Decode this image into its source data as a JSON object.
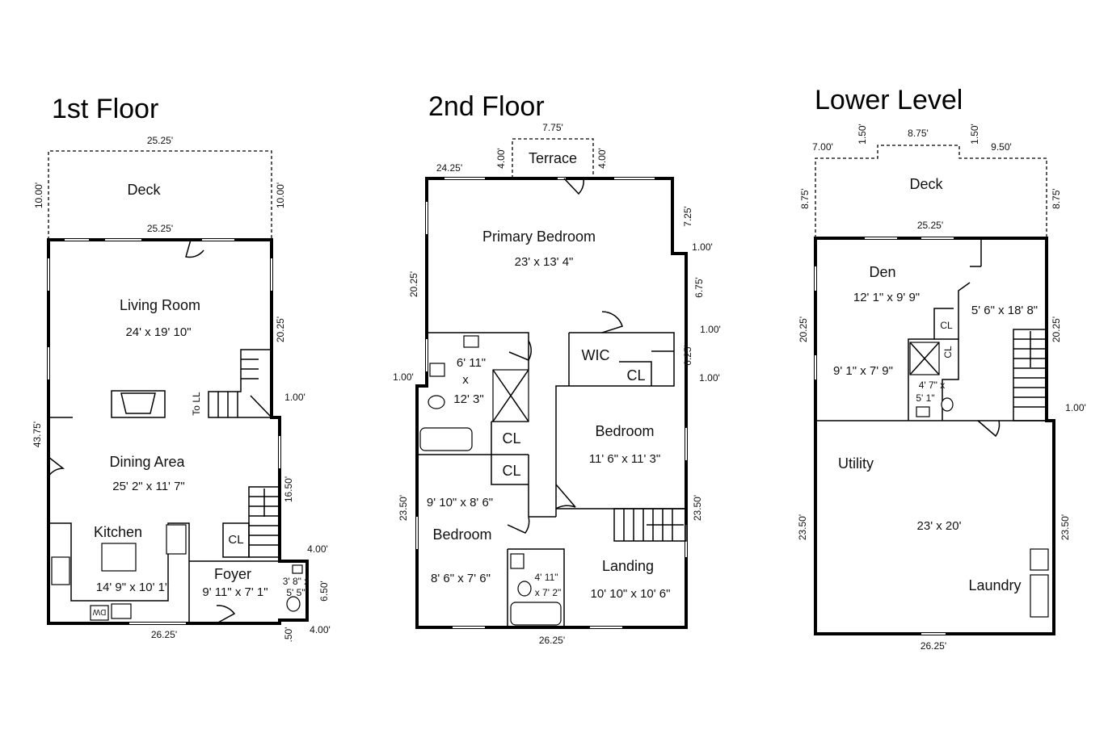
{
  "floors": [
    {
      "title": "1st Floor",
      "rooms": [
        {
          "name": "Deck",
          "dims": ""
        },
        {
          "name": "Living Room",
          "dims": "24' x 19' 10\""
        },
        {
          "name": "Dining Area",
          "dims": "25' 2\" x 11' 7\""
        },
        {
          "name": "Kitchen",
          "dims": "14' 9\" x 10' 1\""
        },
        {
          "name": "Foyer",
          "dims": "9' 11\" x 7' 1\""
        },
        {
          "name": "CL",
          "dims": ""
        },
        {
          "name": "3' 8\" x",
          "dims": "5' 5\""
        }
      ],
      "labels": {
        "to_ll": "To LL",
        "dw": "DW"
      },
      "measurements": [
        "25.25'",
        "10.00'",
        "10.00'",
        "25.25'",
        "20.25'",
        "43.75'",
        "1.00'",
        "16.50'",
        "4.00'",
        "6.50'",
        "4.00'",
        ".50'",
        "26.25'"
      ]
    },
    {
      "title": "2nd Floor",
      "rooms": [
        {
          "name": "Terrace",
          "dims": ""
        },
        {
          "name": "Primary  Bedroom",
          "dims": "23' x 13' 4\""
        },
        {
          "name": "6' 11\"",
          "dims": "x"
        },
        {
          "name": "12' 3\"",
          "dims": ""
        },
        {
          "name": "WIC",
          "dims": ""
        },
        {
          "name": "CL",
          "dims": ""
        },
        {
          "name": "Bedroom",
          "dims": "11' 6\" x 11' 3\""
        },
        {
          "name": "CL",
          "dims": ""
        },
        {
          "name": "CL",
          "dims": ""
        },
        {
          "name": "Bedroom",
          "dims": "8' 6\" x 7' 6\""
        },
        {
          "name": "9' 10\" x 8' 6\"",
          "dims": ""
        },
        {
          "name": "4' 11\"",
          "dims": "x 7' 2\""
        },
        {
          "name": "Landing",
          "dims": "10' 10\" x 10' 6\""
        }
      ],
      "measurements": [
        "7.75'",
        "24.25'",
        "4.00'",
        "4.00'",
        "7.25'",
        "1.00'",
        "20.25'",
        "6.75'",
        "1.00'",
        "1.00'",
        "6.25'",
        "1.00'",
        "23.50'",
        "23.50'",
        "26.25'"
      ]
    },
    {
      "title": "Lower Level",
      "rooms": [
        {
          "name": "Deck",
          "dims": ""
        },
        {
          "name": "Den",
          "dims": "12' 1\" x 9' 9\""
        },
        {
          "name": "5' 6\" x 18' 8\"",
          "dims": ""
        },
        {
          "name": "CL",
          "dims": ""
        },
        {
          "name": "CL",
          "dims": ""
        },
        {
          "name": "9' 1\" x 7' 9\"",
          "dims": ""
        },
        {
          "name": "4' 7\" x",
          "dims": "5' 1\""
        },
        {
          "name": "Utility",
          "dims": "23' x 20'"
        },
        {
          "name": "Laundry",
          "dims": ""
        }
      ],
      "measurements": [
        "7.00'",
        "1.50'",
        "8.75'",
        "1.50'",
        "9.50'",
        "8.75'",
        "8.75'",
        "25.25'",
        "20.25'",
        "20.25'",
        "1.00'",
        "23.50'",
        "23.50'",
        "26.25'"
      ]
    }
  ]
}
